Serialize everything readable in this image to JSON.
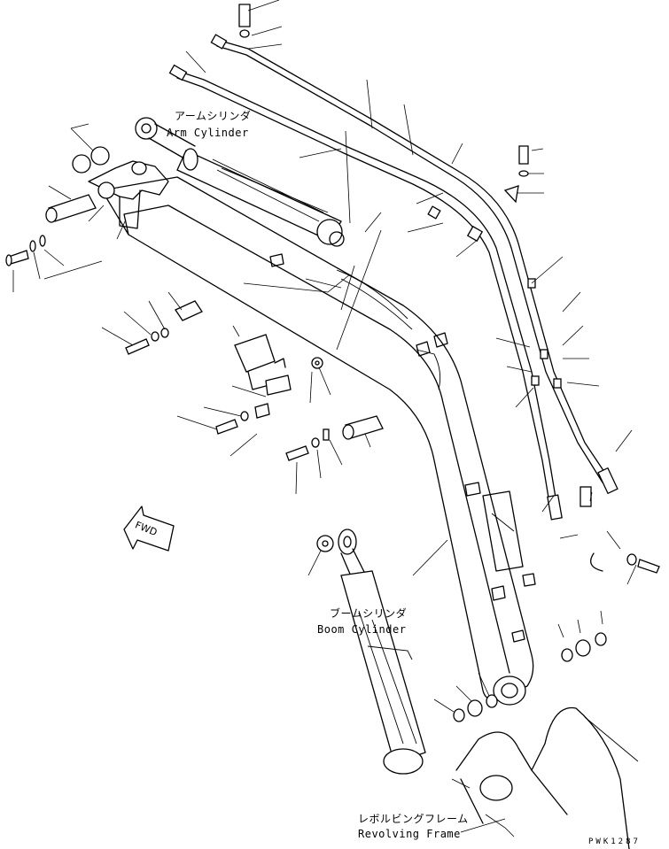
{
  "labels": {
    "arm_cylinder_jp": "アームシリンダ",
    "arm_cylinder_en": "Arm Cylinder",
    "boom_cylinder_jp": "ブームシリンダ",
    "boom_cylinder_en": "Boom Cylinder",
    "revolving_frame_jp": "レボルビングフレーム",
    "revolving_frame_en": "Revolving Frame",
    "fwd": "FWD",
    "drawing_code": "PWK1287"
  },
  "colors": {
    "line": "#000000",
    "background": "#ffffff"
  }
}
